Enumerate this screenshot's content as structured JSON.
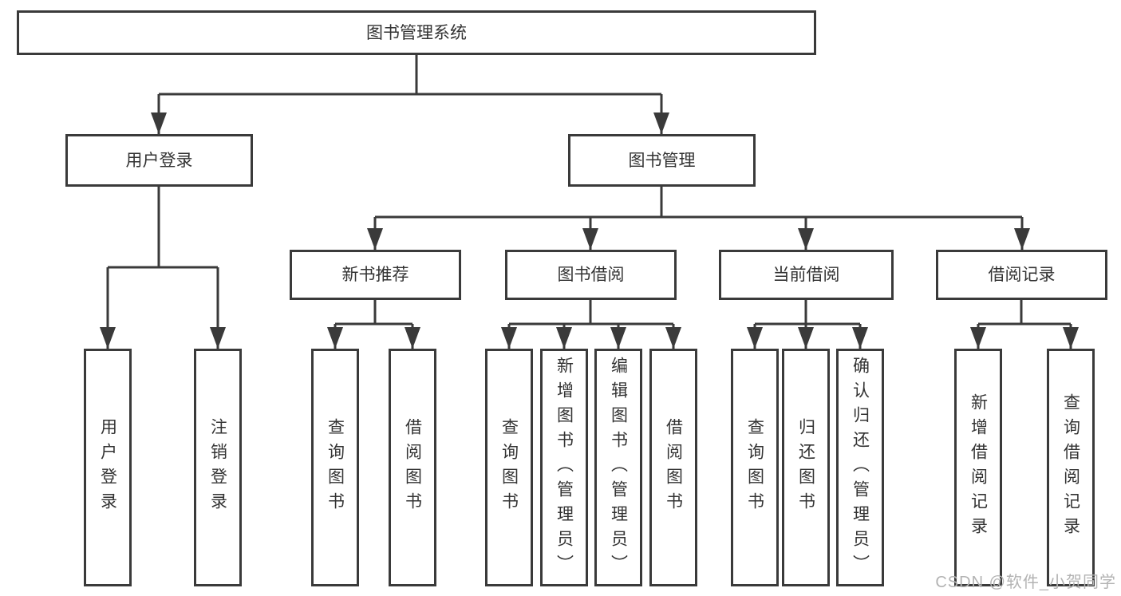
{
  "colors": {
    "line": "#3a3a3a",
    "text": "#333333",
    "box_background": "#ffffff",
    "watermark": "#b3b3b3"
  },
  "watermark": {
    "text": "CSDN @软件_小贺同学"
  },
  "tree": {
    "root": {
      "label": "图书管理系统",
      "children": [
        {
          "label": "用户登录",
          "children": [
            {
              "label": "用户登录"
            },
            {
              "label": "注销登录"
            }
          ]
        },
        {
          "label": "图书管理",
          "children": [
            {
              "label": "新书推荐",
              "children": [
                {
                  "label": "查询图书"
                },
                {
                  "label": "借阅图书"
                }
              ]
            },
            {
              "label": "图书借阅",
              "children": [
                {
                  "label": "查询图书"
                },
                {
                  "label": "新增图书（管理员）"
                },
                {
                  "label": "编辑图书（管理员）"
                },
                {
                  "label": "借阅图书"
                }
              ]
            },
            {
              "label": "当前借阅",
              "children": [
                {
                  "label": "查询图书"
                },
                {
                  "label": "归还图书"
                },
                {
                  "label": "确认归还（管理员）"
                }
              ]
            },
            {
              "label": "借阅记录",
              "children": [
                {
                  "label": "新增借阅记录"
                },
                {
                  "label": "查询借阅记录"
                }
              ]
            }
          ]
        }
      ]
    }
  }
}
